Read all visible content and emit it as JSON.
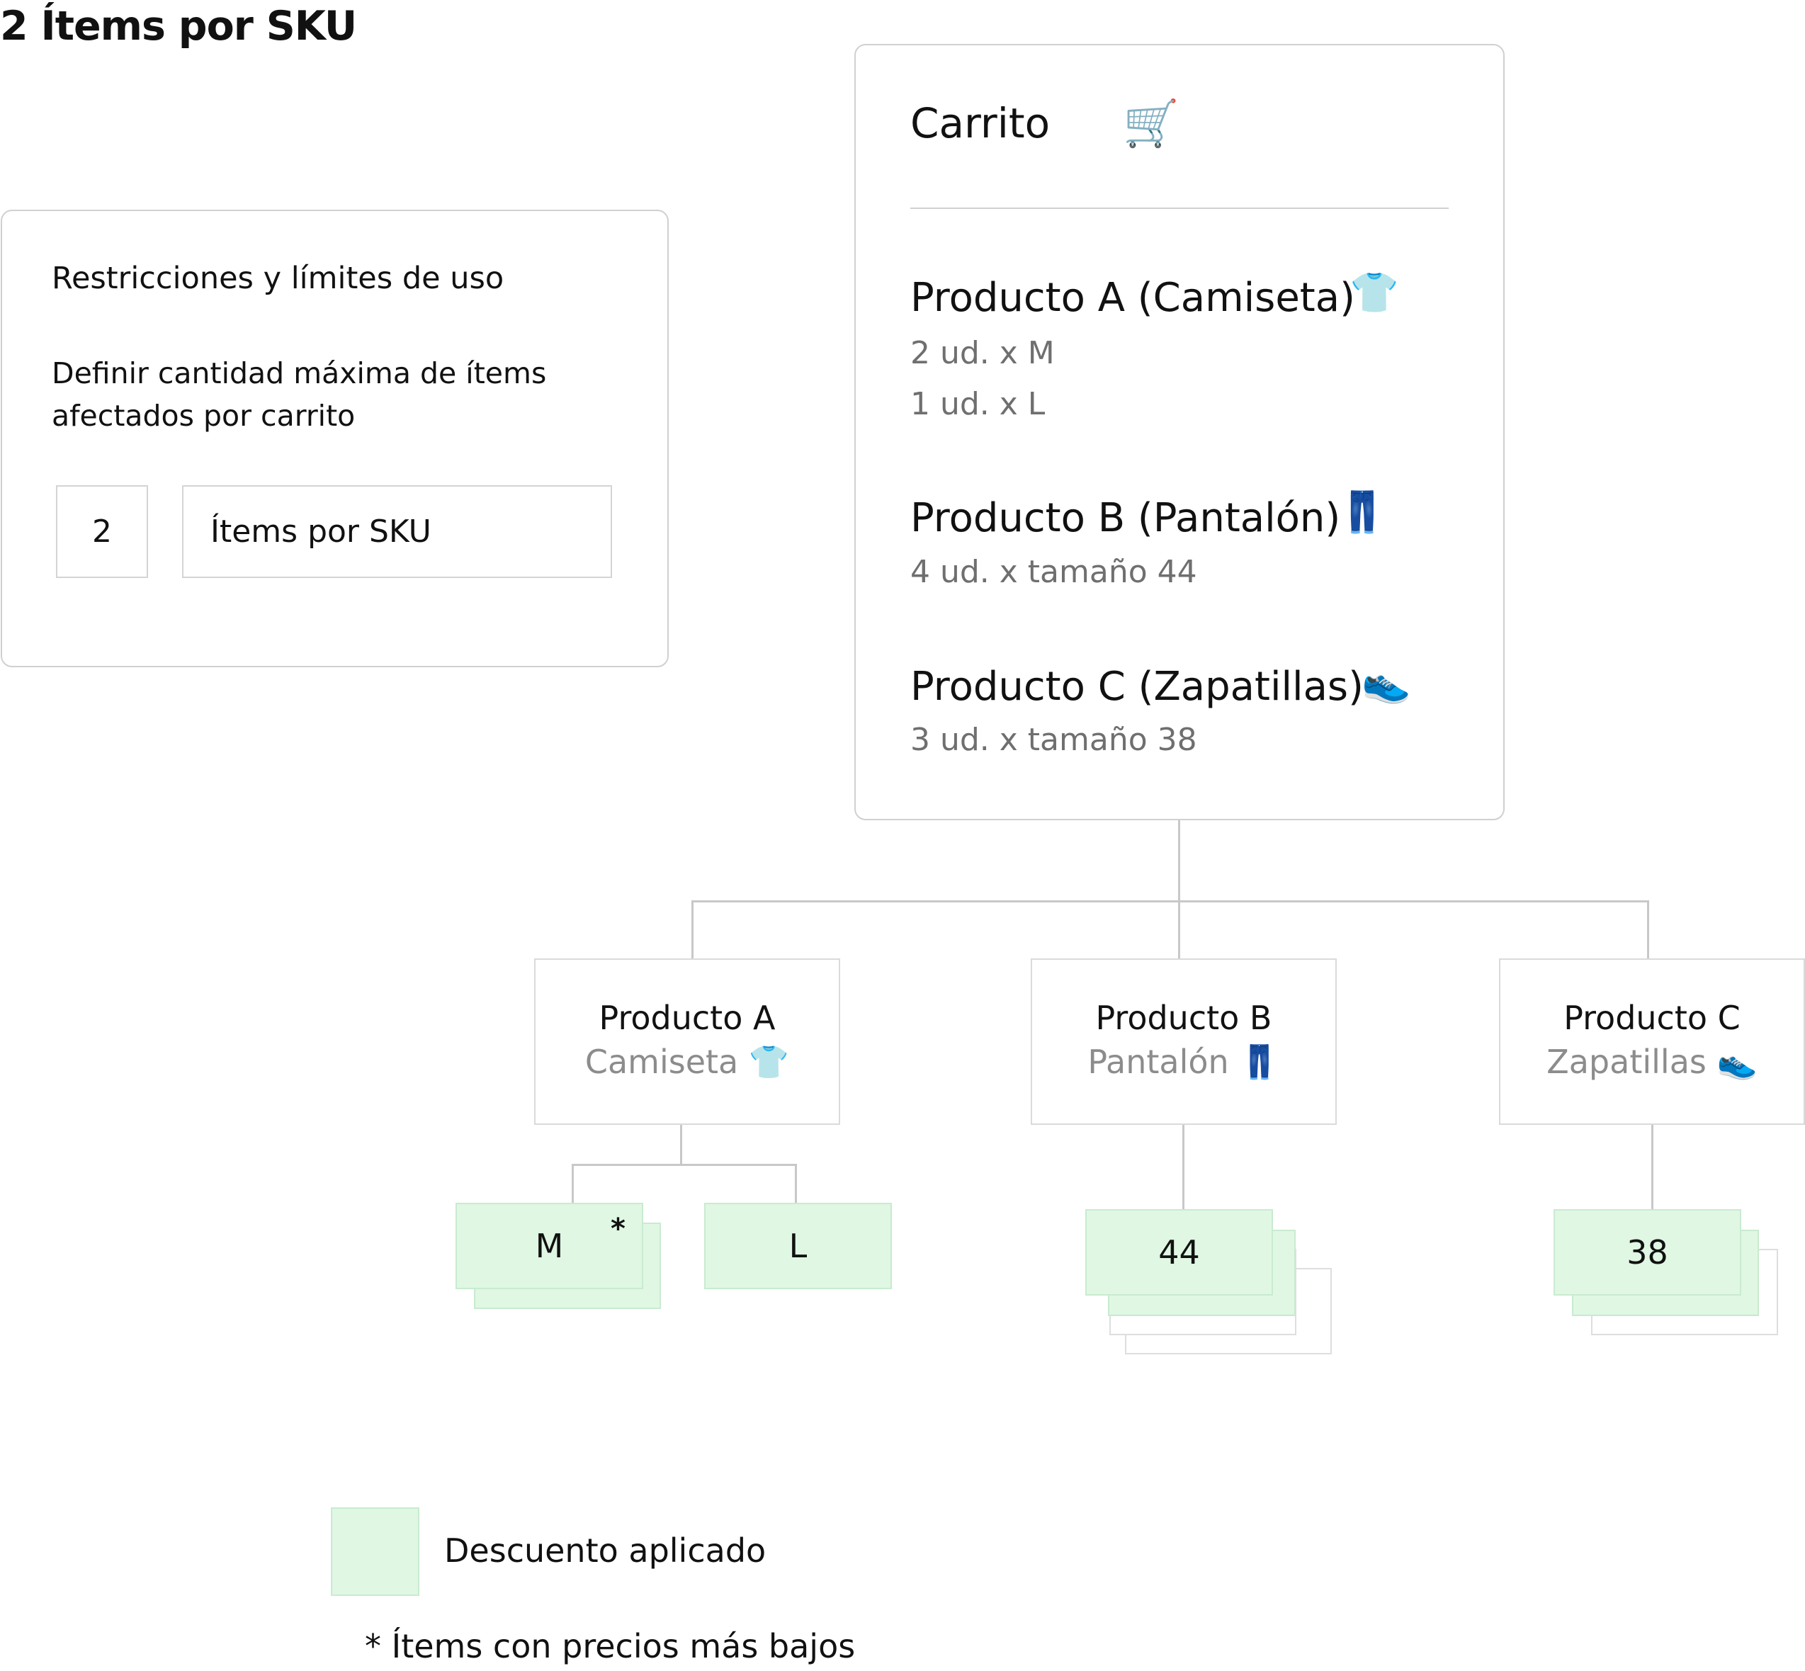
{
  "title": "2 Ítems por SKU",
  "restrictions": {
    "heading": "Restricciones y límites de uso",
    "description": "Definir cantidad máxima de ítems afectados por carrito",
    "quantity_value": "2",
    "unit_value": "Ítems por SKU"
  },
  "cart": {
    "title": "Carrito",
    "icon": "shopping-cart-icon",
    "products": [
      {
        "name": "Producto A (Camiseta)",
        "icon": "shirt-icon",
        "details": [
          "2 ud. x M",
          "1 ud. x L"
        ]
      },
      {
        "name": "Producto B (Pantalón)",
        "icon": "jeans-icon",
        "details": [
          "4 ud. x tamaño 44"
        ]
      },
      {
        "name": "Producto C (Zapatillas)",
        "icon": "sneaker-icon",
        "details": [
          "3 ud. x  tamaño 38"
        ]
      }
    ]
  },
  "tree": {
    "nodes": [
      {
        "name": "Producto A",
        "sub": "Camiseta",
        "icon": "shirt-icon",
        "variants": [
          "M",
          "L"
        ]
      },
      {
        "name": "Producto B",
        "sub": "Pantalón",
        "icon": "jeans-icon",
        "variants": [
          "44"
        ]
      },
      {
        "name": "Producto C",
        "sub": "Zapatillas",
        "icon": "sneaker-icon",
        "variants": [
          "38"
        ]
      }
    ],
    "asterisk": "*"
  },
  "legend": {
    "label": "Descuento aplicado",
    "note": "* Ítems con precios más bajos",
    "color": "#dff7e3"
  }
}
